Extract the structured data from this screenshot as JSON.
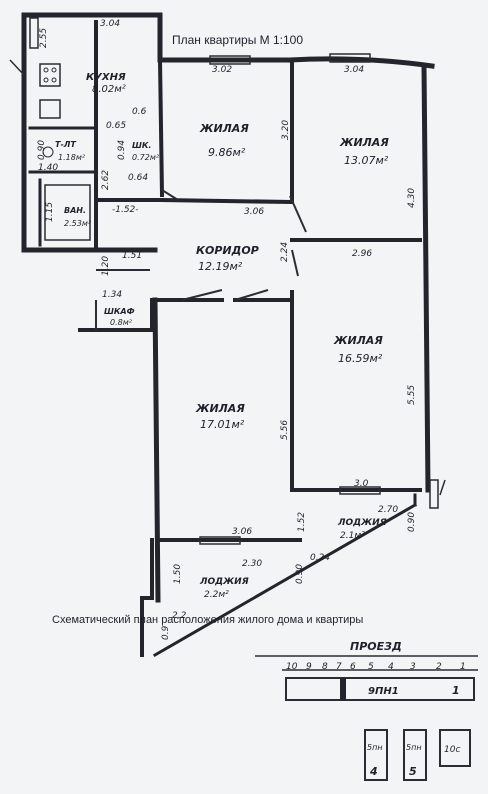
{
  "title": "План квартиры М 1:100",
  "caption": "Схематический план расположения жилого дома и квартиры",
  "rooms": {
    "kitchen": {
      "name": "КУХНЯ",
      "area": "8.02м²"
    },
    "bedroom1": {
      "name": "ЖИЛАЯ",
      "area": "9.86м²"
    },
    "bedroom2": {
      "name": "ЖИЛАЯ",
      "area": "13.07м²"
    },
    "corridor": {
      "name": "КОРИДОР",
      "area": "12.19м²"
    },
    "bedroom3": {
      "name": "ЖИЛАЯ",
      "area": "16.59м²"
    },
    "bedroom4": {
      "name": "ЖИЛАЯ",
      "area": "17.01м²"
    },
    "wc": {
      "name": "Т-ЛТ",
      "area": "1.18м²"
    },
    "bath": {
      "name": "ВАН.",
      "area": "2.53м²"
    },
    "closet1": {
      "name": "ШК.",
      "area": "0.72м²"
    },
    "closet2": {
      "name": "ШКАФ",
      "area": "0.8м²"
    },
    "loggia1": {
      "name": "ЛОДЖИЯ",
      "area": "2.1м²"
    },
    "loggia2": {
      "name": "ЛОДЖИЯ",
      "area": "2.2м²"
    }
  },
  "dims": {
    "d304a": "3.04",
    "d255": "2.55",
    "d302": "3.02",
    "d304b": "3.04",
    "d320": "3.20",
    "d306a": "3.06",
    "d430": "4.30",
    "d224": "2.24",
    "d296": "2.96",
    "d151": "1.51",
    "d120": "1.20",
    "d134": "1.34",
    "d555": "5.55",
    "d556": "5.56",
    "d30": "3.0",
    "d270": "2.70",
    "d090a": "0.90",
    "d152a": "1.52",
    "d306b": "3.06",
    "d230": "2.30",
    "d150": "1.50",
    "d090b": "0.90",
    "d024": "0.24",
    "d09": "0.9",
    "d22": "2.2",
    "d152b": "-1.52-",
    "d262": "2.62",
    "d064": "0.64",
    "d115": "1.15",
    "d140": "1.40",
    "d065": "0.65",
    "d060": "0.6",
    "d090c": "0.90",
    "d094": "0.94"
  },
  "site": {
    "label": "ПРОЕЗД",
    "numbers": [
      "10",
      "9",
      "8",
      "7",
      "6",
      "5",
      "4",
      "3",
      "2",
      "1"
    ],
    "building": "9ПН1",
    "building_num": "1",
    "b1": "5пн",
    "b1num": "4",
    "b2": "5пн",
    "b2num": "5",
    "b3": "10с"
  }
}
